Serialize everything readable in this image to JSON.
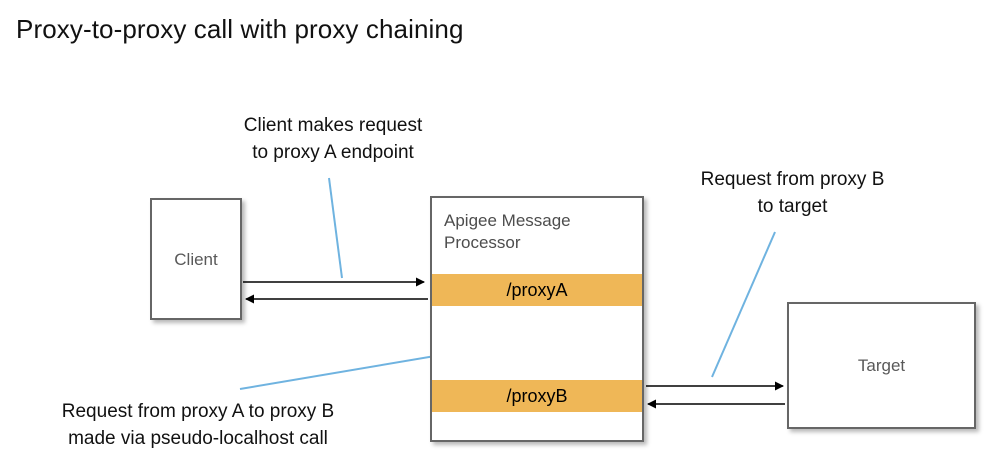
{
  "title": "Proxy-to-proxy call with proxy chaining",
  "nodes": {
    "client": {
      "label": "Client"
    },
    "target": {
      "label": "Target"
    },
    "message_processor": {
      "title": "Apigee Message\nProcessor",
      "proxies": [
        {
          "label": "/proxyA"
        },
        {
          "label": "/proxyB"
        }
      ]
    }
  },
  "annotations": [
    {
      "id": "client-request",
      "text": "Client makes request\nto proxy A endpoint"
    },
    {
      "id": "proxyb-to-target",
      "text": "Request from proxy B\nto target"
    },
    {
      "id": "proxy-chaining",
      "text": "Request from proxy A to proxy B\nmade via pseudo-localhost call"
    }
  ],
  "colors": {
    "proxy_band": "#efb757",
    "leader_line": "#6fb3e0",
    "box_border": "#666666",
    "node_text": "#595959",
    "arrow": "#000000"
  },
  "flows": [
    {
      "from": "client",
      "to": "/proxyA",
      "direction": "right"
    },
    {
      "from": "/proxyA",
      "to": "client",
      "direction": "left"
    },
    {
      "from": "/proxyB",
      "to": "/proxyA",
      "direction": "up"
    },
    {
      "from": "/proxyA",
      "to": "/proxyB",
      "direction": "down"
    },
    {
      "from": "/proxyB",
      "to": "target",
      "direction": "right"
    },
    {
      "from": "target",
      "to": "/proxyB",
      "direction": "left"
    }
  ]
}
